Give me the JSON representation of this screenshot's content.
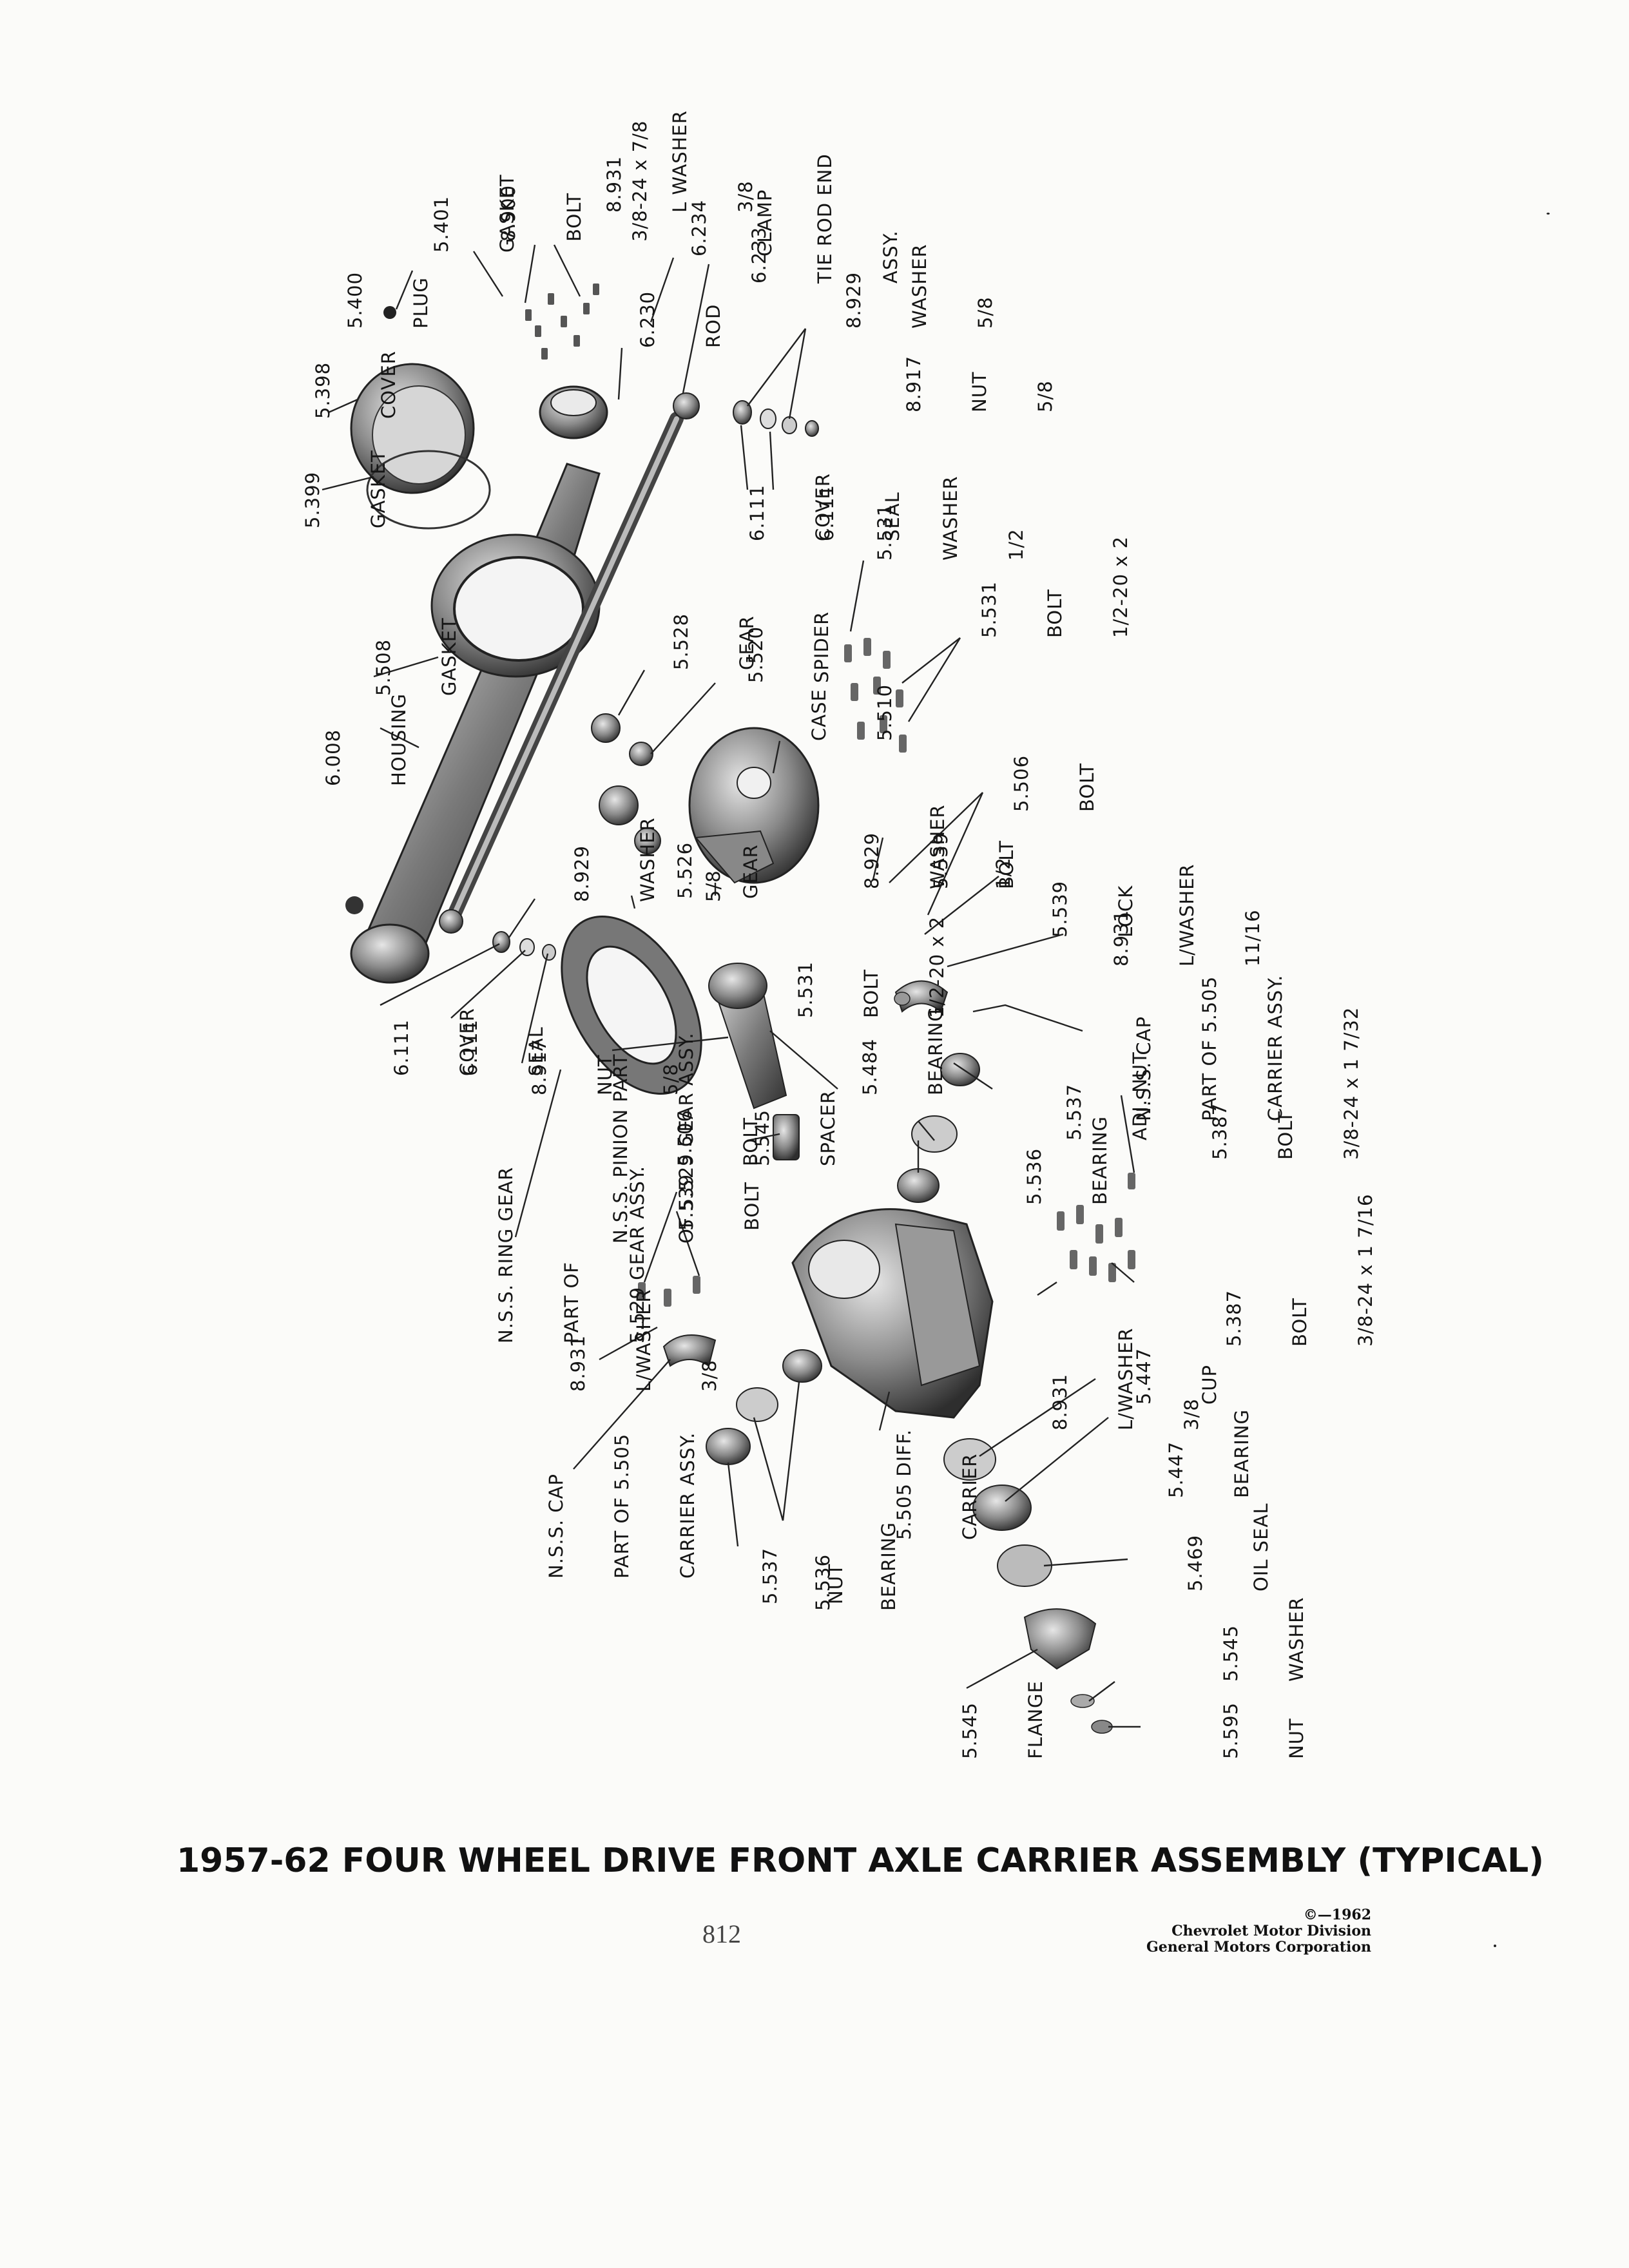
{
  "caption": "1957-62 FOUR WHEEL DRIVE FRONT AXLE CARRIER ASSEMBLY (TYPICAL)",
  "page_number": "812",
  "credits": {
    "copyright": "©—1962",
    "division": "Chevrolet Motor Division",
    "corporation": "General Motors Corporation"
  },
  "callouts": [
    {
      "id": "plug-5400",
      "lines": [
        "5.400",
        "PLUG"
      ]
    },
    {
      "id": "gasket-5401",
      "lines": [
        "5.401",
        "GASKET"
      ]
    },
    {
      "id": "bolt-8900",
      "lines": [
        "8.900",
        "BOLT",
        "3/8-24 x 7/8"
      ]
    },
    {
      "id": "lwasher-8931-top",
      "lines": [
        "8.931",
        "L WASHER",
        "3/8"
      ]
    },
    {
      "id": "cover-5398",
      "lines": [
        "5.398",
        "COVER"
      ]
    },
    {
      "id": "rod-6230",
      "lines": [
        "6.230",
        "ROD"
      ]
    },
    {
      "id": "clamp-6234",
      "lines": [
        "6.234",
        "CLAMP"
      ]
    },
    {
      "id": "tierod-6233",
      "lines": [
        "6.233",
        "TIE ROD END",
        "ASSY."
      ]
    },
    {
      "id": "washer-8929-top",
      "lines": [
        "8.929",
        "WASHER",
        "5/8"
      ]
    },
    {
      "id": "nut-8917-top",
      "lines": [
        "8.917",
        "NUT",
        "5/8"
      ]
    },
    {
      "id": "gasket-5399",
      "lines": [
        "5.399",
        "GASKET"
      ]
    },
    {
      "id": "cover-6111-top",
      "lines": [
        "6.111",
        "COVER"
      ]
    },
    {
      "id": "seal-6111-top",
      "lines": [
        "6.111",
        "SEAL"
      ]
    },
    {
      "id": "washer-5531",
      "lines": [
        "5.531",
        "WASHER",
        "1/2"
      ]
    },
    {
      "id": "bolt-5531-top",
      "lines": [
        "5.531",
        "BOLT",
        "1/2-20 x 2"
      ]
    },
    {
      "id": "gasket-5508",
      "lines": [
        "5.508",
        "GASKET"
      ]
    },
    {
      "id": "gear-5528",
      "lines": [
        "5.528",
        "GEAR"
      ]
    },
    {
      "id": "spider-5520",
      "lines": [
        "5.520",
        "SPIDER"
      ]
    },
    {
      "id": "case-5510",
      "lines": [
        "CASE",
        "5.510"
      ]
    },
    {
      "id": "housing-6008",
      "lines": [
        "6.008",
        "HOUSING"
      ]
    },
    {
      "id": "washer-8929-mid",
      "lines": [
        "8.929",
        "WASHER",
        "1/2"
      ]
    },
    {
      "id": "bolt-5506-top",
      "lines": [
        "5.506",
        "BOLT"
      ]
    },
    {
      "id": "bolt-5539-top",
      "lines": [
        "5.539",
        "BOLT"
      ]
    },
    {
      "id": "lock-5539",
      "lines": [
        "5.539",
        "LOCK"
      ]
    },
    {
      "id": "lwasher-8931-mid",
      "lines": [
        "8.931",
        "L/WASHER",
        "11/16"
      ]
    },
    {
      "id": "washer-8929-left",
      "lines": [
        "8.929",
        "WASHER",
        "5/8"
      ]
    },
    {
      "id": "gear-5526",
      "lines": [
        "5.526",
        "GEAR"
      ]
    },
    {
      "id": "bolt-5531-mid",
      "lines": [
        "5.531",
        "BOLT",
        "1/2-20 x 2"
      ]
    },
    {
      "id": "cover-6111-left",
      "lines": [
        "6.111",
        "COVER"
      ]
    },
    {
      "id": "seal-6111-left",
      "lines": [
        "6.111",
        "SEAL"
      ]
    },
    {
      "id": "nut-8917-left",
      "lines": [
        "8.917",
        "NUT",
        "5/8"
      ]
    },
    {
      "id": "pinion-nss",
      "lines": [
        "N.S.S. PINION PART",
        "OF 5.529 GEAR ASSY."
      ]
    },
    {
      "id": "bearing-5484",
      "lines": [
        "5.484",
        "BEARING"
      ]
    },
    {
      "id": "adjnut-5537",
      "lines": [
        "5.537",
        "ADJ. NUT"
      ]
    },
    {
      "id": "cap-nss-right",
      "lines": [
        "N.S.S. CAP",
        "PART OF 5.505",
        "CARRIER ASSY."
      ]
    },
    {
      "id": "bolt-5387-top",
      "lines": [
        "5.387",
        "BOLT",
        "3/8-24 x 1 7/32"
      ]
    },
    {
      "id": "ringgear-nss",
      "lines": [
        "N.S.S. RING GEAR",
        "PART OF",
        "5.529 GEAR ASSY."
      ]
    },
    {
      "id": "bolt-5506-mid",
      "lines": [
        "5.506",
        "BOLT"
      ]
    },
    {
      "id": "bolt-5539-mid",
      "lines": [
        "5.539",
        "BOLT"
      ]
    },
    {
      "id": "spacer-5545",
      "lines": [
        "5.545",
        "SPACER"
      ]
    },
    {
      "id": "bearing-5536-right",
      "lines": [
        "5.536",
        "BEARING"
      ]
    },
    {
      "id": "bolt-5387-low",
      "lines": [
        "5.387",
        "BOLT",
        "3/8-24 x 1 7/16"
      ]
    },
    {
      "id": "lwasher-8931-low",
      "lines": [
        "8.931",
        "L/WASHER",
        "3/8"
      ]
    },
    {
      "id": "cup-5447",
      "lines": [
        "5.447",
        "CUP"
      ]
    },
    {
      "id": "lwasher-8931-right",
      "lines": [
        "8.931",
        "L/WASHER",
        "3/8"
      ]
    },
    {
      "id": "bearing-5447",
      "lines": [
        "5.447",
        "BEARING"
      ]
    },
    {
      "id": "cap-nss-left",
      "lines": [
        "N.S.S. CAP",
        "PART OF 5.505",
        "CARRIER ASSY."
      ]
    },
    {
      "id": "carrier-5505",
      "lines": [
        "5.505 DIFF.",
        "CARRIER"
      ]
    },
    {
      "id": "oilseal-5469",
      "lines": [
        "5.469",
        "OIL SEAL"
      ]
    },
    {
      "id": "nut-5537-low",
      "lines": [
        "5.537",
        "NUT"
      ]
    },
    {
      "id": "bearing-5536-low",
      "lines": [
        "5.536",
        "BEARING"
      ]
    },
    {
      "id": "washer-5545",
      "lines": [
        "5.545",
        "WASHER"
      ]
    },
    {
      "id": "flange-5545",
      "lines": [
        "5.545",
        "FLANGE"
      ]
    },
    {
      "id": "nut-5595",
      "lines": [
        "5.595",
        "NUT"
      ]
    }
  ]
}
